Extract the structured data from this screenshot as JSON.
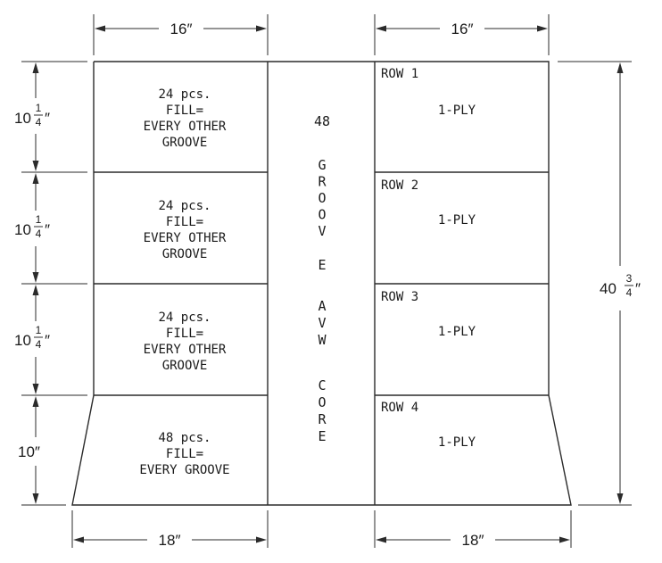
{
  "dimensions": {
    "top_left_width": "16″",
    "top_right_width": "16″",
    "bottom_left_width": "18″",
    "bottom_right_width": "18″",
    "row_height_whole": "10",
    "row_height_frac_num": "1",
    "row_height_frac_den": "4",
    "row_height_mark": "″",
    "bottom_row_height": "10″",
    "total_height_whole": "40",
    "total_height_frac_num": "3",
    "total_height_frac_den": "4",
    "total_height_mark": "″"
  },
  "left_panels": [
    {
      "lines": [
        "24 pcs.",
        "FILL=",
        "EVERY OTHER",
        "GROOVE"
      ]
    },
    {
      "lines": [
        "24 pcs.",
        "FILL=",
        "EVERY OTHER",
        "GROOVE"
      ]
    },
    {
      "lines": [
        "24 pcs.",
        "FILL=",
        "EVERY OTHER",
        "GROOVE"
      ]
    },
    {
      "lines": [
        "48 pcs.",
        "FILL=",
        "EVERY GROOVE"
      ]
    }
  ],
  "core": {
    "count": "48",
    "letters": [
      "G",
      "R",
      "O",
      "O",
      "V",
      "E",
      "A",
      "V",
      "W",
      "C",
      "O",
      "R",
      "E"
    ]
  },
  "right_panels": [
    {
      "row": "ROW 1",
      "ply": "1-PLY"
    },
    {
      "row": "ROW 2",
      "ply": "1-PLY"
    },
    {
      "row": "ROW 3",
      "ply": "1-PLY"
    },
    {
      "row": "ROW 4",
      "ply": "1-PLY"
    }
  ]
}
